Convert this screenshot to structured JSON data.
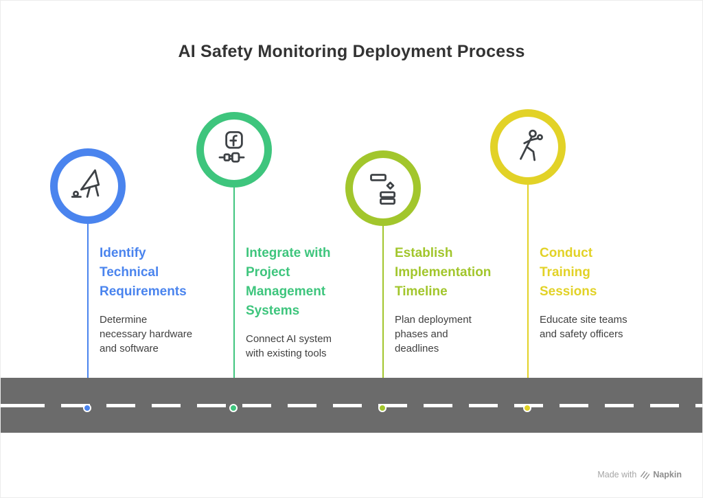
{
  "title": "AI Safety Monitoring Deployment Process",
  "milestones": [
    {
      "title": "Identify Technical Requirements",
      "description": "Determine necessary hardware and software",
      "color": "#4a84ee",
      "icon": "monitor-drafting-icon"
    },
    {
      "title": "Integrate with Project Management Systems",
      "description": "Connect AI system with existing tools",
      "color": "#3ec57d",
      "icon": "integration-plug-icon"
    },
    {
      "title": "Establish Implementation Timeline",
      "description": "Plan deployment phases and deadlines",
      "color": "#a2c62c",
      "icon": "gantt-chart-icon"
    },
    {
      "title": "Conduct Training Sessions",
      "description": "Educate site teams and safety officers",
      "color": "#e2d227",
      "icon": "training-person-icon"
    }
  ],
  "road": {
    "color": "#6b6b6b",
    "line_color": "#ffffff"
  },
  "footer": {
    "made_with": "Made with",
    "brand": "Napkin"
  }
}
